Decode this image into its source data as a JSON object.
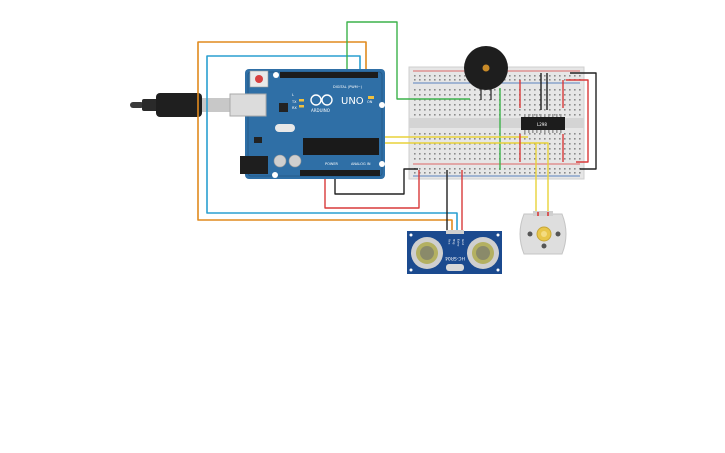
{
  "arduino": {
    "brand": "ARDUINO",
    "model": "UNO",
    "digital_label": "DIGITAL (PWM~)",
    "power_label": "POWER",
    "analog_label": "ANALOG IN",
    "tx_label": "TX",
    "rx_label": "RX",
    "l_label": "L",
    "on_label": "ON"
  },
  "driver_ic": {
    "label": "L298"
  },
  "ultrasonic": {
    "model": "HC-SR04",
    "pins": [
      "Vcc",
      "Trig",
      "Echo",
      "Gnd"
    ]
  },
  "colors": {
    "board_blue": "#2f6fa6",
    "wire_orange": "#e08a1e",
    "wire_cyan": "#2a9fd0",
    "wire_green": "#3cb24a",
    "wire_yellow": "#e8d23a",
    "wire_red": "#d93a3a",
    "wire_black": "#222222"
  }
}
